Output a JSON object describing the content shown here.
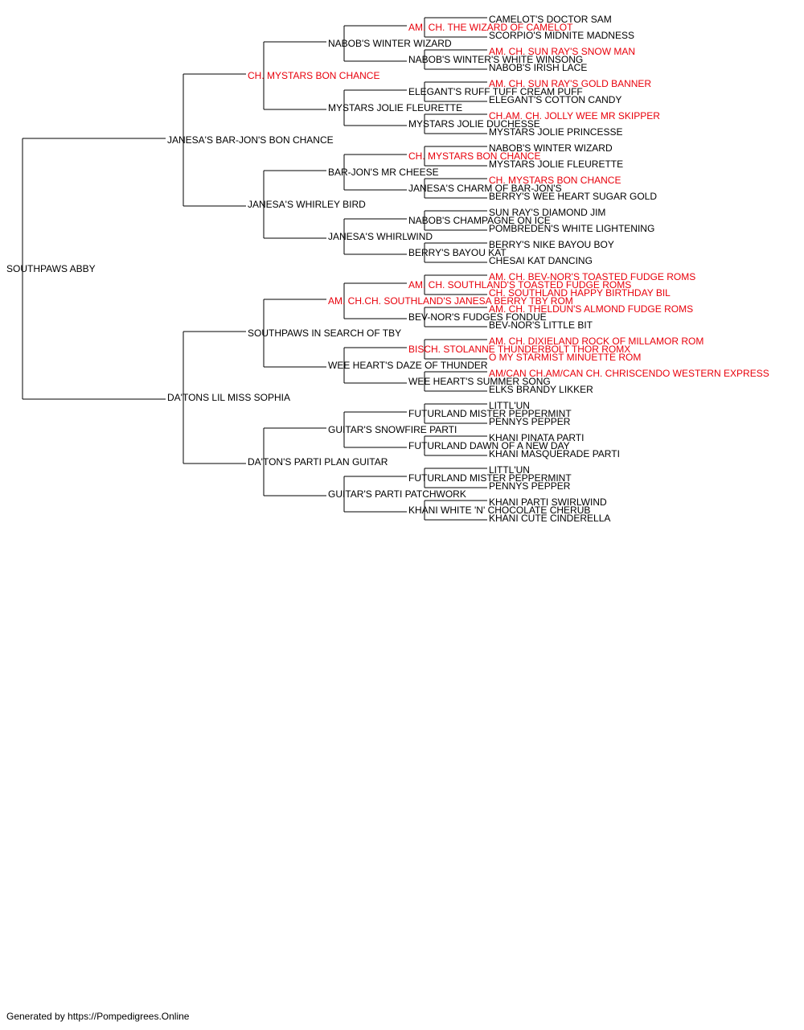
{
  "colors": {
    "text": "#000000",
    "champion": "#e8000b",
    "line": "#000000",
    "background": "#ffffff"
  },
  "pedigree": {
    "name": "SOUTHPAWS ABBY",
    "champion": false,
    "sire": {
      "name": "JANESA'S BAR-JON'S BON CHANCE",
      "champion": false,
      "sire": {
        "name": "CH. MYSTARS BON CHANCE",
        "champion": true,
        "sire": {
          "name": "NABOB'S WINTER WIZARD",
          "champion": false,
          "sire": {
            "name": "AM. CH. THE WIZARD OF CAMELOT",
            "champion": true,
            "sire": {
              "name": "CAMELOT'S DOCTOR SAM",
              "champion": false
            },
            "dam": {
              "name": "SCORPIO'S MIDNITE MADNESS",
              "champion": false
            }
          },
          "dam": {
            "name": "NABOB'S WINTER'S WHITE WINSONG",
            "champion": false,
            "sire": {
              "name": "AM. CH. SUN RAY'S SNOW MAN",
              "champion": true
            },
            "dam": {
              "name": "NABOB'S IRISH LACE",
              "champion": false
            }
          }
        },
        "dam": {
          "name": "MYSTARS JOLIE FLEURETTE",
          "champion": false,
          "sire": {
            "name": "ELEGANT'S RUFF TUFF CREAM PUFF",
            "champion": false,
            "sire": {
              "name": "AM. CH. SUN RAY'S GOLD BANNER",
              "champion": true
            },
            "dam": {
              "name": "ELEGANT'S COTTON CANDY",
              "champion": false
            }
          },
          "dam": {
            "name": "MYSTARS JOLIE DUCHESSE",
            "champion": false,
            "sire": {
              "name": "CH.AM. CH. JOLLY WEE MR SKIPPER",
              "champion": true
            },
            "dam": {
              "name": "MYSTARS JOLIE PRINCESSE",
              "champion": false
            }
          }
        }
      },
      "dam": {
        "name": "JANESA'S WHIRLEY BIRD",
        "champion": false,
        "sire": {
          "name": "BAR-JON'S MR CHEESE",
          "champion": false,
          "sire": {
            "name": "CH. MYSTARS BON CHANCE",
            "champion": true,
            "sire": {
              "name": "NABOB'S WINTER WIZARD",
              "champion": false
            },
            "dam": {
              "name": "MYSTARS JOLIE FLEURETTE",
              "champion": false
            }
          },
          "dam": {
            "name": "JANESA'S CHARM OF BAR-JON'S",
            "champion": false,
            "sire": {
              "name": "CH. MYSTARS BON CHANCE",
              "champion": true
            },
            "dam": {
              "name": "BERRY'S WEE HEART SUGAR GOLD",
              "champion": false
            }
          }
        },
        "dam": {
          "name": "JANESA'S WHIRLWIND",
          "champion": false,
          "sire": {
            "name": "NABOB'S CHAMPAGNE ON ICE",
            "champion": false,
            "sire": {
              "name": "SUN RAY'S DIAMOND JIM",
              "champion": false
            },
            "dam": {
              "name": "POMBREDEN'S WHITE LIGHTENING",
              "champion": false
            }
          },
          "dam": {
            "name": "BERRY'S BAYOU KAT",
            "champion": false,
            "sire": {
              "name": "BERRY'S NIKE BAYOU BOY",
              "champion": false
            },
            "dam": {
              "name": "CHESAI KAT DANCING",
              "champion": false
            }
          }
        }
      }
    },
    "dam": {
      "name": "DA'TONS LIL MISS SOPHIA",
      "champion": false,
      "sire": {
        "name": "SOUTHPAWS IN SEARCH OF TBY",
        "champion": false,
        "sire": {
          "name": "AM. CH.CH. SOUTHLAND'S JANESA BERRY TBY ROM",
          "champion": true,
          "sire": {
            "name": "AM. CH. SOUTHLAND'S TOASTED FUDGE ROMS",
            "champion": true,
            "sire": {
              "name": "AM. CH. BEV-NOR'S TOASTED FUDGE ROMS",
              "champion": true
            },
            "dam": {
              "name": "CH. SOUTHLAND HAPPY BIRTHDAY BIL",
              "champion": true
            }
          },
          "dam": {
            "name": "BEV-NOR'S FUDGES FONDUE",
            "champion": false,
            "sire": {
              "name": "AM. CH. THELDUN'S ALMOND FUDGE ROMS",
              "champion": true
            },
            "dam": {
              "name": "BEV-NOR'S LITTLE BIT",
              "champion": false
            }
          }
        },
        "dam": {
          "name": "WEE HEART'S DAZE OF THUNDER",
          "champion": false,
          "sire": {
            "name": "BISCH. STOLANNE THUNDERBOLT THOR ROMX",
            "champion": true,
            "sire": {
              "name": "AM. CH. DIXIELAND ROCK OF MILLAMOR ROM",
              "champion": true
            },
            "dam": {
              "name": "O MY STARMIST MINUETTE ROM",
              "champion": true
            }
          },
          "dam": {
            "name": "WEE HEART'S SUMMER SONG",
            "champion": false,
            "sire": {
              "name": "AM/CAN CH.AM/CAN CH. CHRISCENDO WESTERN EXPRESS",
              "champion": true
            },
            "dam": {
              "name": "ELKS BRANDY LIKKER",
              "champion": false
            }
          }
        }
      },
      "dam": {
        "name": "DA'TON'S PARTI PLAN GUITAR",
        "champion": false,
        "sire": {
          "name": "GUITAR'S SNOWFIRE PARTI",
          "champion": false,
          "sire": {
            "name": "FUTURLAND MISTER PEPPERMINT",
            "champion": false,
            "sire": {
              "name": "LITTL'UN",
              "champion": false
            },
            "dam": {
              "name": "PENNYS PEPPER",
              "champion": false
            }
          },
          "dam": {
            "name": "FUTURLAND DAWN OF A NEW DAY",
            "champion": false,
            "sire": {
              "name": "KHANI PINATA PARTI",
              "champion": false
            },
            "dam": {
              "name": "KHANI MASQUERADE PARTI",
              "champion": false
            }
          }
        },
        "dam": {
          "name": "GUITAR'S PARTI PATCHWORK",
          "champion": false,
          "sire": {
            "name": "FUTURLAND MISTER PEPPERMINT",
            "champion": false,
            "sire": {
              "name": "LITTL'UN",
              "champion": false
            },
            "dam": {
              "name": "PENNYS PEPPER",
              "champion": false
            }
          },
          "dam": {
            "name": "KHANI WHITE 'N' CHOCOLATE CHERUB",
            "champion": false,
            "sire": {
              "name": "KHANI PARTI SWIRLWIND",
              "champion": false
            },
            "dam": {
              "name": "KHANI CUTE CINDERELLA",
              "champion": false
            }
          }
        }
      }
    }
  },
  "footer": {
    "text": "Generated by https://Pompedigrees.Online"
  }
}
